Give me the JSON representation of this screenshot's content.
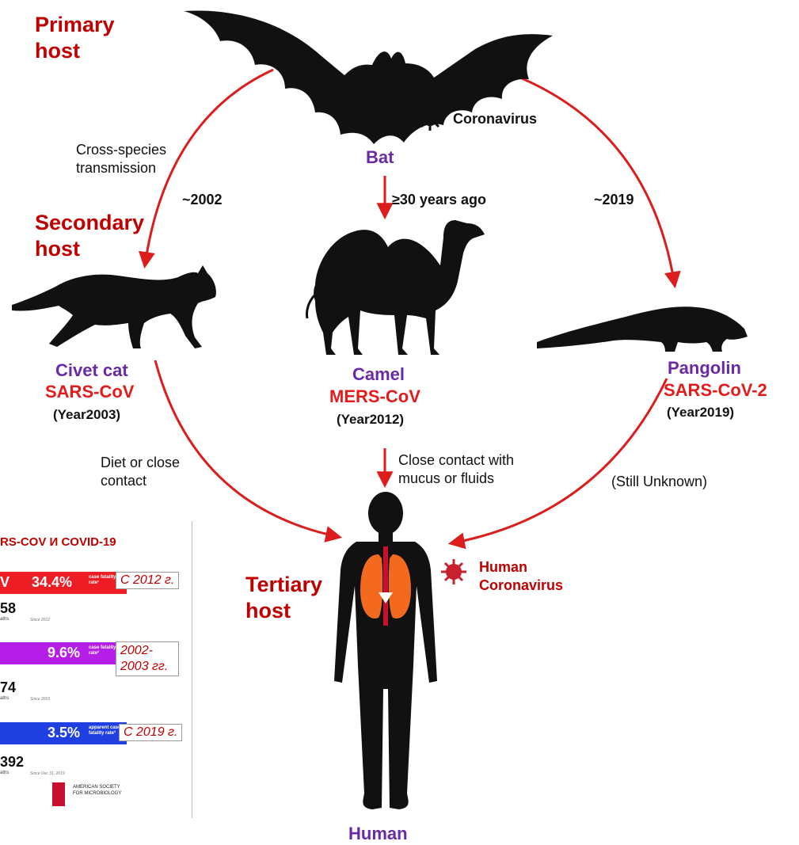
{
  "hosts": {
    "primary": "Primary host",
    "secondary": "Secondary host",
    "tertiary": "Tertiary host"
  },
  "bat": {
    "label": "Bat",
    "virus_label": "Coronavirus"
  },
  "civet": {
    "label": "Civet cat",
    "virus": "SARS-CoV",
    "year": "(Year2003)"
  },
  "camel": {
    "label": "Camel",
    "virus": "MERS-CoV",
    "year": "(Year2012)"
  },
  "pangolin": {
    "label": "Pangolin",
    "virus": "SARS-CoV-2",
    "year": "(Year2019)"
  },
  "human": {
    "label": "Human",
    "virus_label": "Human Coronavirus"
  },
  "arrows": {
    "cross_species": "Cross-species transmission",
    "left_year": "~2002",
    "middle_year": "≥30 years ago",
    "right_year": "~2019",
    "diet": "Diet or close contact",
    "close_contact": "Close contact with mucus or fluids",
    "unknown": "(Still Unknown)"
  },
  "panel": {
    "title": "RS-COV И COVID-19",
    "rows": [
      {
        "bar_text": "V",
        "pct": "34.4%",
        "caption": "case fatality rate¹",
        "color": "#ee1c25",
        "since": "С 2012 г.",
        "deaths": "58",
        "deaths_label": "aths",
        "since_small": "Since 2012"
      },
      {
        "bar_text": "",
        "pct": "9.6%",
        "caption": "case fatality rate²",
        "color": "#b51ee6",
        "since": "2002-2003 гг.",
        "deaths": "74",
        "deaths_label": "aths",
        "since_small": "Since 2003"
      },
      {
        "bar_text": "",
        "pct": "3.5%",
        "caption": "apparent case fatality rate³",
        "color": "#1f3fe0",
        "since": "С 2019 г.",
        "deaths": "392",
        "deaths_label": "aths",
        "since_small": "Since Dec 31, 2019"
      }
    ],
    "logo_text": "AMERICAN SOCIETY FOR MICROBIOLOGY"
  },
  "colors": {
    "arrow": "#dd1c1c",
    "host": "#c00000",
    "animal": "#6a2aa8",
    "virus": "#e31b1b"
  }
}
